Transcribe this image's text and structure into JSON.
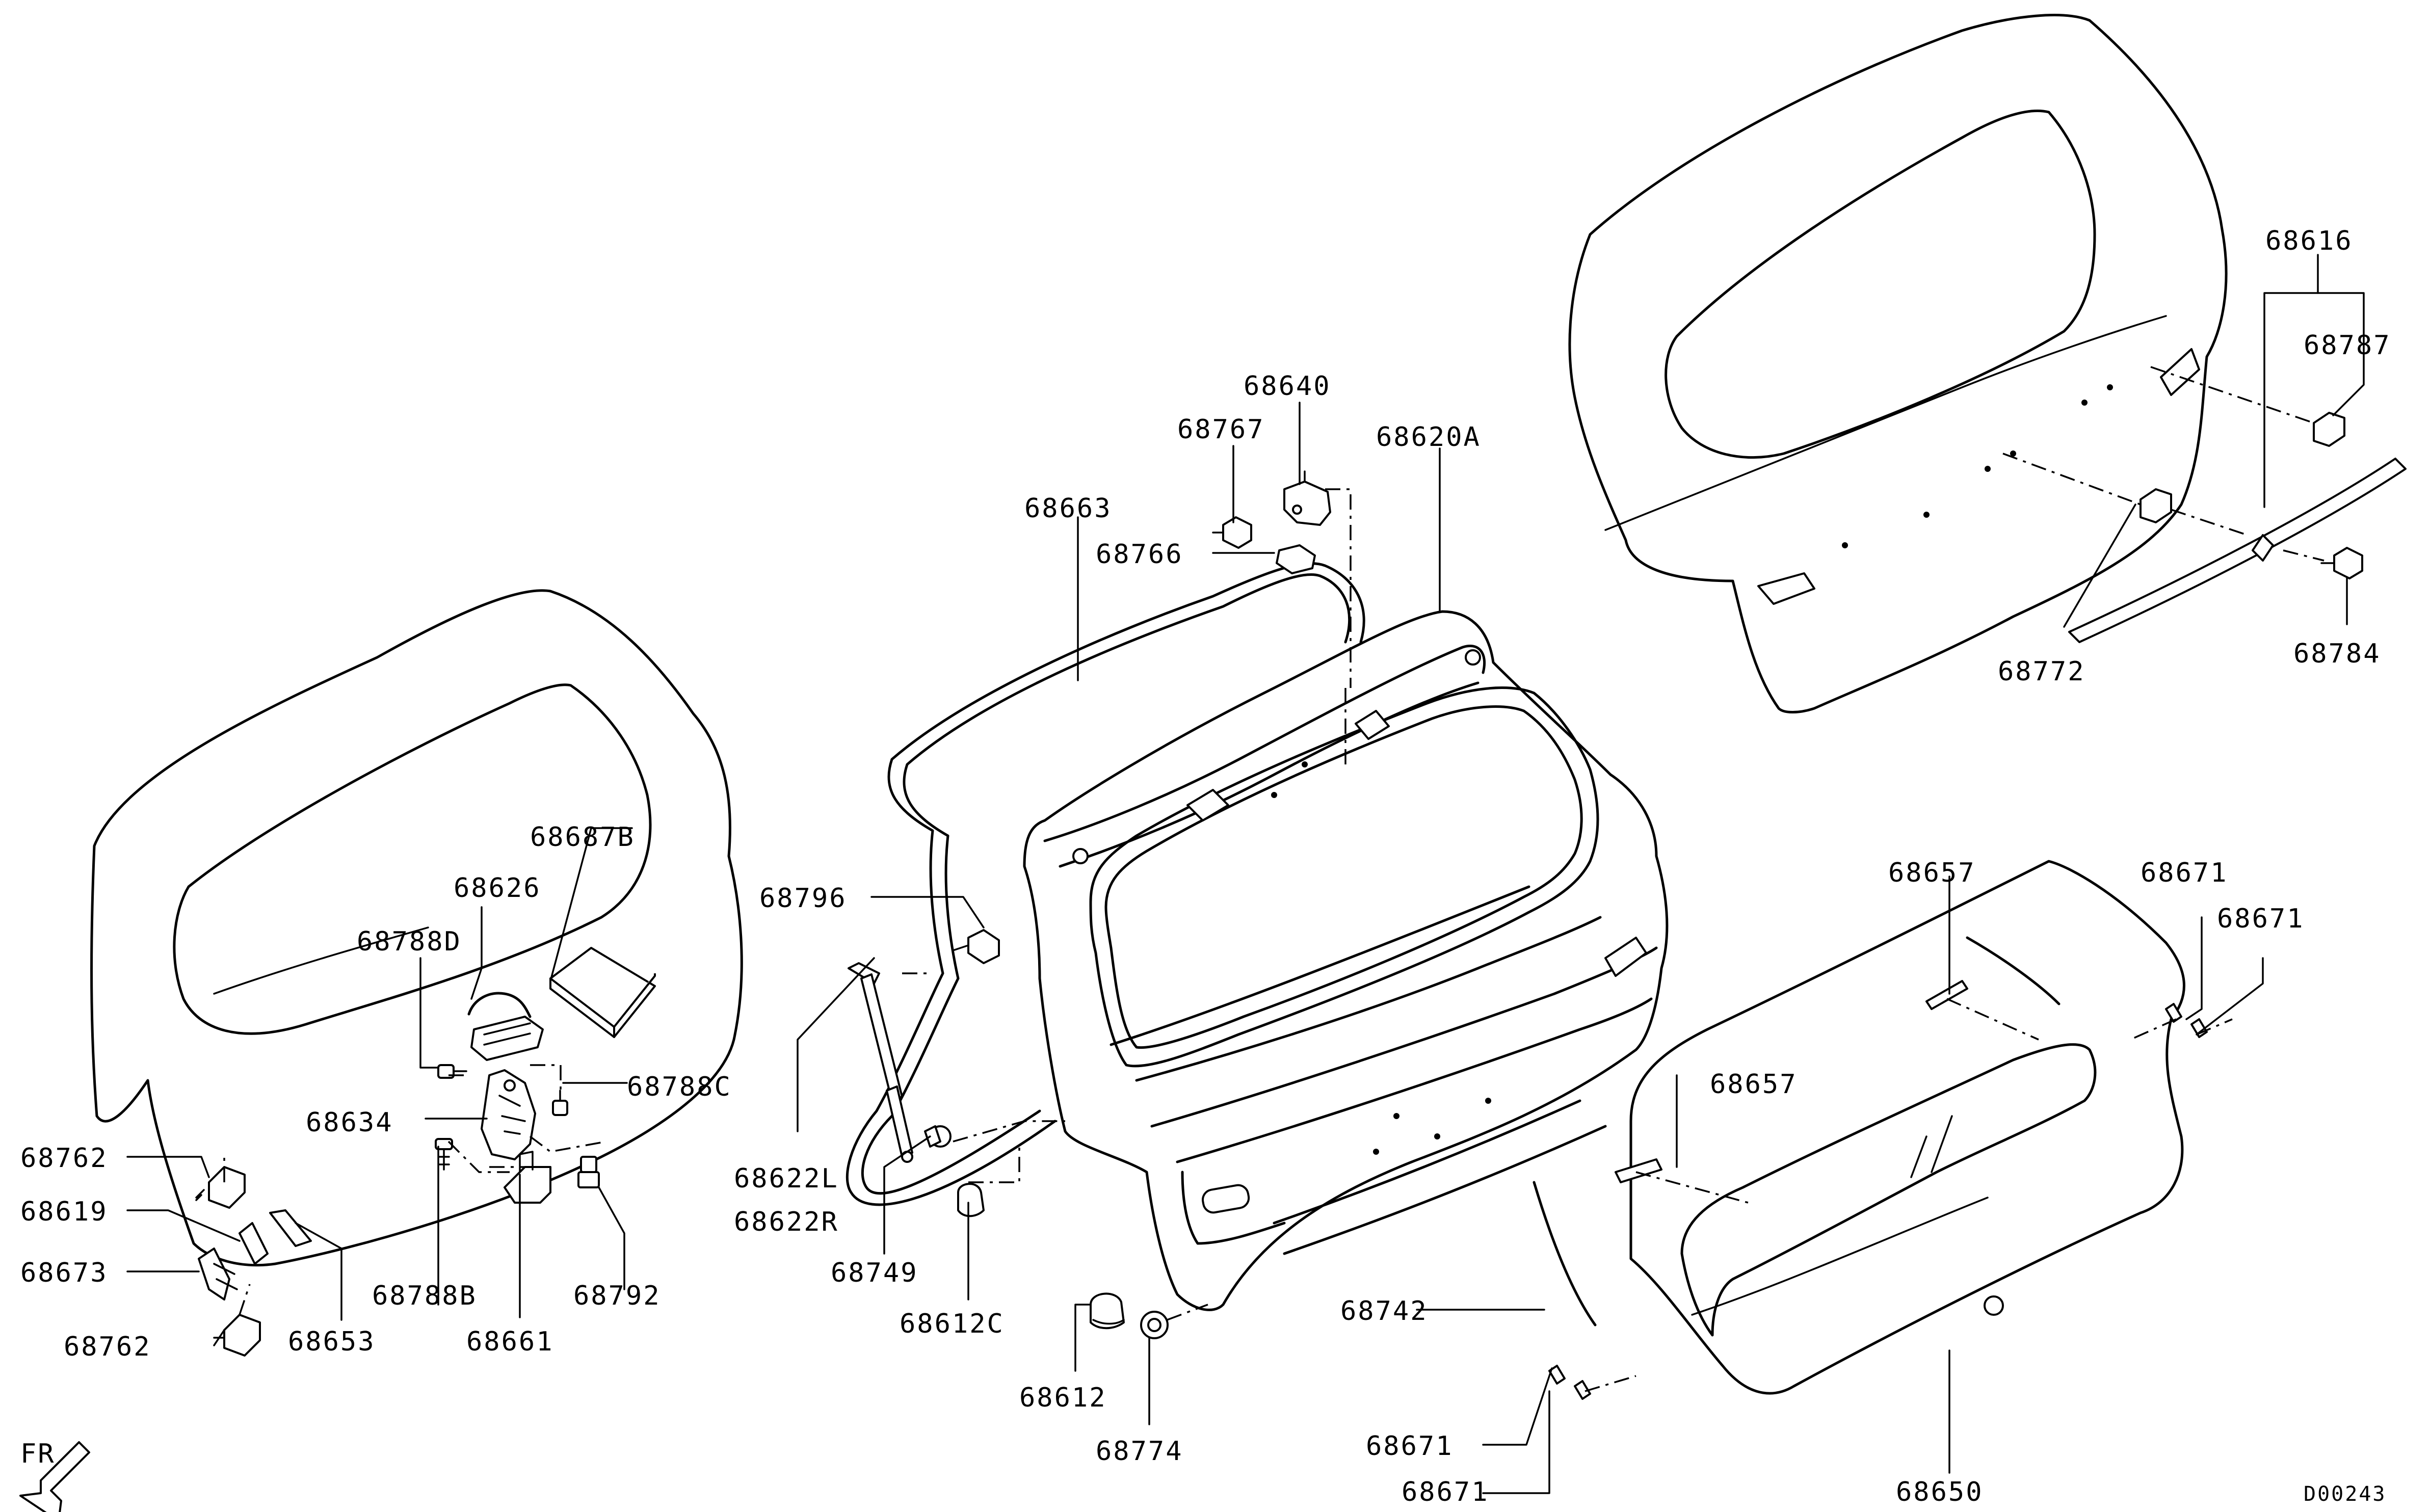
{
  "diagram": {
    "reference_code": "D00243",
    "direction_marker": "FR",
    "labels": {
      "p68616": "68616",
      "p68787": "68787",
      "p68772": "68772",
      "p68784": "68784",
      "p68640": "68640",
      "p68767": "68767",
      "p68620A": "68620A",
      "p68663": "68663",
      "p68766": "68766",
      "p68687B": "68687B",
      "p68626": "68626",
      "p68788D": "68788D",
      "p68634": "68634",
      "p68788C": "68788C",
      "p68762a": "68762",
      "p68619": "68619",
      "p68673": "68673",
      "p68762b": "68762",
      "p68653": "68653",
      "p68788B": "68788B",
      "p68661": "68661",
      "p68792": "68792",
      "p68796": "68796",
      "p68622L": "68622L",
      "p68622R": "68622R",
      "p68749": "68749",
      "p68612C": "68612C",
      "p68612": "68612",
      "p68774": "68774",
      "p68657a": "68657",
      "p68657b": "68657",
      "p68671a": "68671",
      "p68671b": "68671",
      "p68742": "68742",
      "p68671c": "68671",
      "p68671d": "68671",
      "p68650": "68650"
    }
  }
}
